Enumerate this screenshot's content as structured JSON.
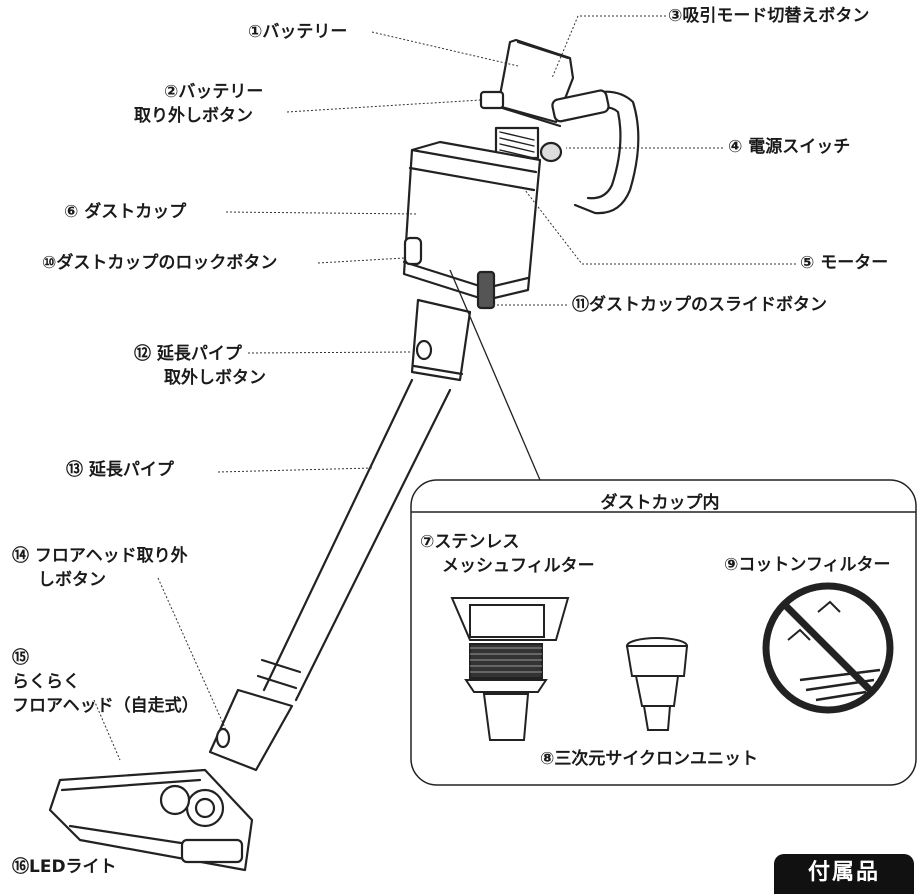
{
  "labels": {
    "battery": "①バッテリー",
    "battery_release_1": "②バッテリー",
    "battery_release_2": "取り外しボタン",
    "suction_mode": "③吸引モード切替えボタン",
    "power_switch": "④ 電源スイッチ",
    "motor": "⑤ モーター",
    "dust_cup": "⑥ ダストカップ",
    "dust_cup_lock": "⑩ダストカップのロックボタン",
    "dust_cup_slide": "⑪ダストカップのスライドボタン",
    "pipe_release_1": "⑫ 延長パイプ",
    "pipe_release_2": "取外しボタン",
    "extension_pipe": "⑬ 延長パイプ",
    "head_release_1": "⑭ フロアヘッド取り外",
    "head_release_2": "しボタン",
    "floor_head_1": "⑮",
    "floor_head_2": "らくらく",
    "floor_head_3": "フロアヘッド（自走式）",
    "led_light": "⑯LEDライト"
  },
  "inset": {
    "title": "ダストカップ内",
    "mesh_filter_1": "⑦ステンレス",
    "mesh_filter_2": "メッシュフィルター",
    "cotton_filter": "⑨コットンフィルター",
    "cyclone_unit": "⑧三次元サイクロンユニット"
  },
  "badge": "付属品"
}
